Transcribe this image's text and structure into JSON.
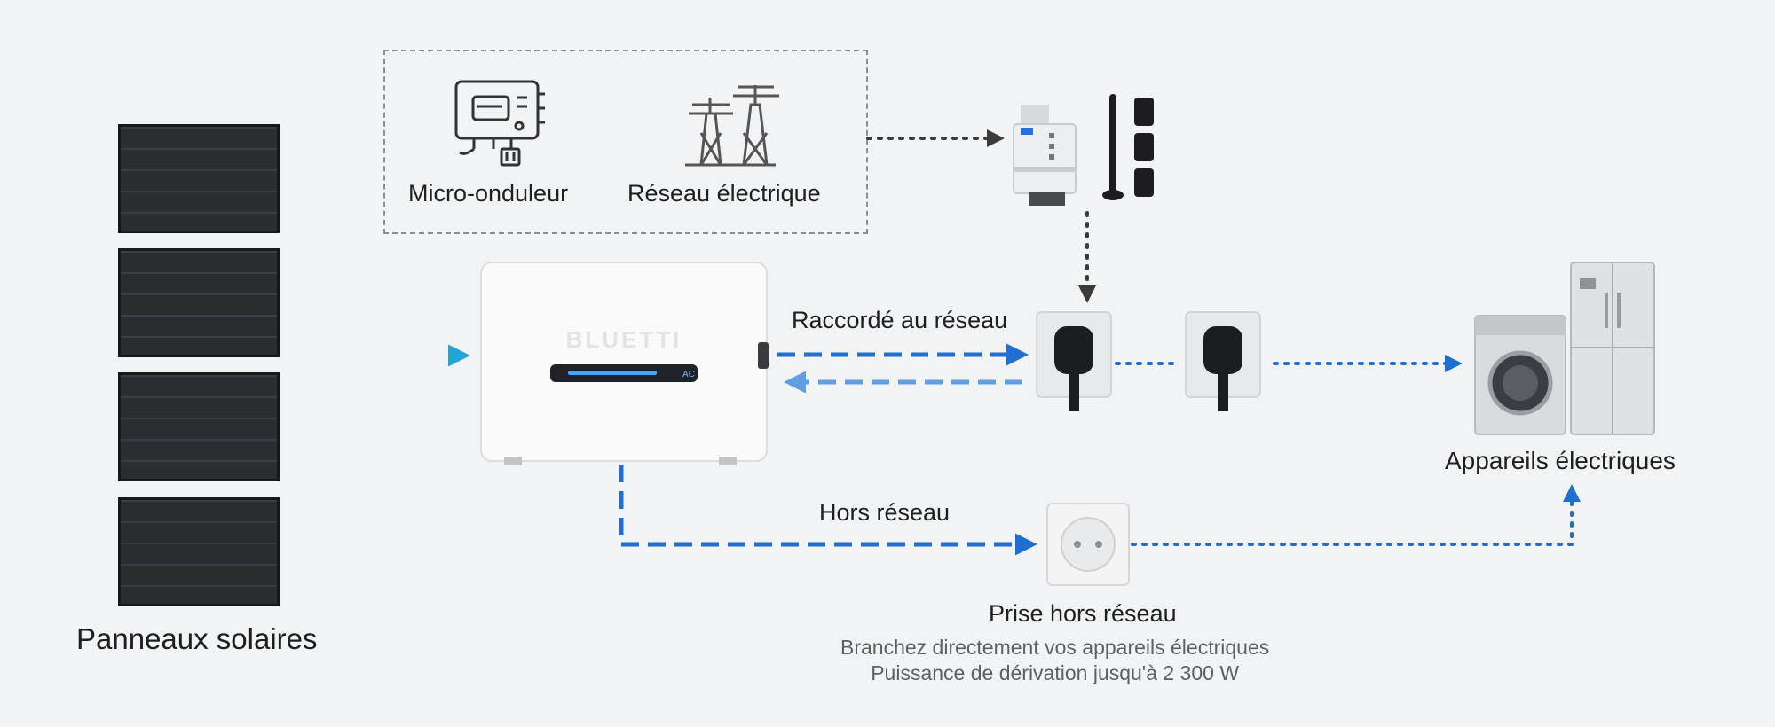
{
  "labels": {
    "solar_panels": "Panneaux solaires",
    "micro_inverter": "Micro-onduleur",
    "power_grid": "Réseau électrique",
    "grid_connected": "Raccordé au réseau",
    "off_grid": "Hors réseau",
    "appliances": "Appareils électriques",
    "off_grid_socket": "Prise hors réseau",
    "desc_line1": "Branchez directement vos appareils électriques",
    "desc_line2": "Puissance de dérivation jusqu'à 2 300 W",
    "brand": "BLUETTI",
    "ac_tag": "AC"
  },
  "colors": {
    "background": "#f2f3f5",
    "arrow_blue": "#1f6fd1",
    "arrow_light_blue": "#6aa6e4",
    "arrow_green": "#2ec97a",
    "arrow_cyan": "#2aa7d8",
    "dotted_gray": "#3b3b3b"
  }
}
